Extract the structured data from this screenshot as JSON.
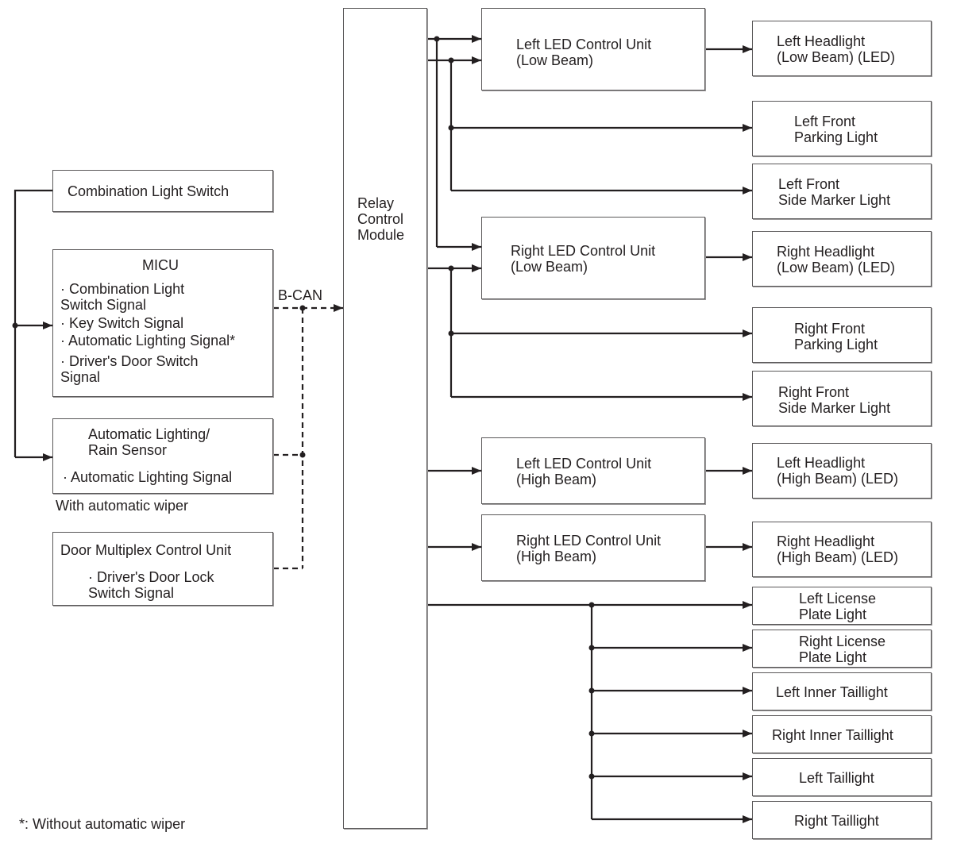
{
  "inputs": {
    "combination_light_switch": "Combination Light Switch",
    "micu": {
      "title": "MICU",
      "signals": [
        "· Combination Light\nSwitch Signal",
        "· Key Switch Signal",
        "· Automatic Lighting Signal*",
        "· Driver's Door Switch\nSignal"
      ]
    },
    "rain_sensor": {
      "title": "Automatic Lighting/\nRain Sensor",
      "signal": "· Automatic Lighting Signal",
      "note": "With automatic wiper"
    },
    "door_multiplex": {
      "title": "Door Multiplex Control Unit",
      "signal": "· Driver's Door Lock\nSwitch Signal"
    }
  },
  "bus_label": "B-CAN",
  "relay_control_module": "Relay\nControl\nModule",
  "control_units": {
    "left_low": "Left LED Control Unit\n(Low Beam)",
    "right_low": "Right LED Control Unit\n(Low Beam)",
    "left_high": "Left LED Control Unit\n(High Beam)",
    "right_high": "Right LED Control Unit\n(High Beam)"
  },
  "outputs": {
    "left_headlight_low": "Left Headlight\n(Low Beam) (LED)",
    "left_front_parking": "Left Front\nParking Light",
    "left_front_side_marker": "Left Front\nSide Marker Light",
    "right_headlight_low": "Right Headlight\n(Low Beam) (LED)",
    "right_front_parking": "Right Front\nParking Light",
    "right_front_side_marker": "Right Front\nSide Marker Light",
    "left_headlight_high": "Left Headlight\n(High Beam) (LED)",
    "right_headlight_high": "Right Headlight\n(High Beam) (LED)",
    "left_license_plate": "Left License\nPlate Light",
    "right_license_plate": "Right License\nPlate Light",
    "left_inner_taillight": "Left Inner Taillight",
    "right_inner_taillight": "Right Inner Taillight",
    "left_taillight": "Left Taillight",
    "right_taillight": "Right Taillight"
  },
  "footnote": "*: Without automatic wiper",
  "colors": {
    "line": "#231f20",
    "box_border": "#5a5859"
  }
}
